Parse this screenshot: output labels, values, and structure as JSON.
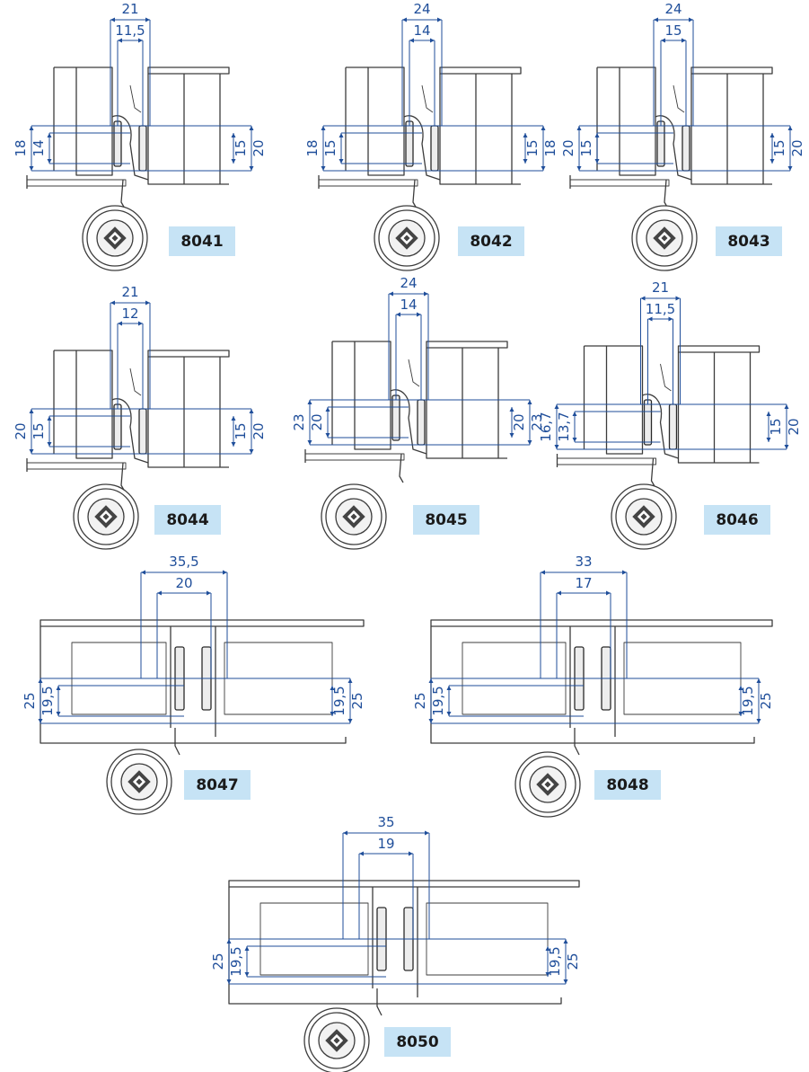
{
  "figures": [
    {
      "code": "8041",
      "dims": {
        "top_outer": "21",
        "top_inner": "11,5",
        "left_outer": "18",
        "left_inner": "14",
        "right_inner": "15",
        "right_outer": "20"
      }
    },
    {
      "code": "8042",
      "dims": {
        "top_outer": "24",
        "top_inner": "14",
        "left_outer": "18",
        "left_inner": "15",
        "right_inner": "15",
        "right_outer": "18"
      }
    },
    {
      "code": "8043",
      "dims": {
        "top_outer": "24",
        "top_inner": "15",
        "left_outer": "20",
        "left_inner": "15",
        "right_inner": "15",
        "right_outer": "20"
      }
    },
    {
      "code": "8044",
      "dims": {
        "top_outer": "21",
        "top_inner": "12",
        "left_outer": "20",
        "left_inner": "15",
        "right_inner": "15",
        "right_outer": "20"
      }
    },
    {
      "code": "8045",
      "dims": {
        "top_outer": "24",
        "top_inner": "14",
        "left_outer": "23",
        "left_inner": "20",
        "right_inner": "20",
        "right_outer": "23"
      }
    },
    {
      "code": "8046",
      "dims": {
        "top_outer": "21",
        "top_inner": "11,5",
        "left_outer": "16,7",
        "left_inner": "13,7",
        "right_inner": "15",
        "right_outer": "20"
      }
    },
    {
      "code": "8047",
      "dims": {
        "top_outer": "35,5",
        "top_inner": "20",
        "left_outer": "25",
        "left_inner": "19,5",
        "right_inner": "19,5",
        "right_outer": "25"
      }
    },
    {
      "code": "8048",
      "dims": {
        "top_outer": "33",
        "top_inner": "17",
        "left_outer": "25",
        "left_inner": "19,5",
        "right_inner": "19,5",
        "right_outer": "25"
      }
    },
    {
      "code": "8050",
      "dims": {
        "top_outer": "35",
        "top_inner": "19",
        "left_outer": "25",
        "left_inner": "19,5",
        "right_inner": "19,5",
        "right_outer": "25"
      }
    }
  ],
  "colors": {
    "dimension": "#1f4e9a",
    "label_bg": "#c6e3f5",
    "profile": "#3c3c3c"
  }
}
